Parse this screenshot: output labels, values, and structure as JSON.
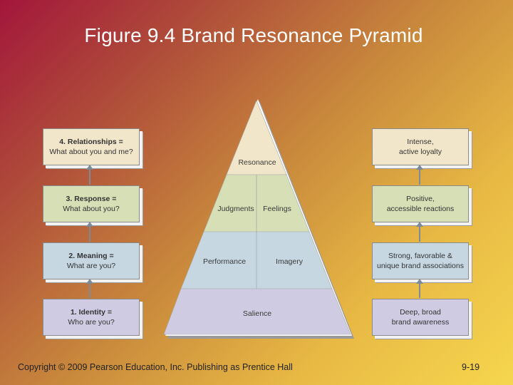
{
  "title": "Figure 9.4 Brand Resonance Pyramid",
  "left_boxes": [
    {
      "line1": "4. Relationships =",
      "line2": "What about you and me?"
    },
    {
      "line1": "3. Response =",
      "line2": "What about you?"
    },
    {
      "line1": "2. Meaning =",
      "line2": "What are you?"
    },
    {
      "line1": "1. Identity =",
      "line2": "Who are you?"
    }
  ],
  "right_boxes": [
    {
      "line1": "Intense,",
      "line2": "active loyalty"
    },
    {
      "line1": "Positive,",
      "line2": "accessible reactions"
    },
    {
      "line1": "Strong, favorable &",
      "line2": "unique brand associations"
    },
    {
      "line1": "Deep, broad",
      "line2": "brand awareness"
    }
  ],
  "pyramid": {
    "resonance": "Resonance",
    "judgments": "Judgments",
    "feelings": "Feelings",
    "performance": "Performance",
    "imagery": "Imagery",
    "salience": "Salience"
  },
  "colors": {
    "relationships": "#f1e6c9",
    "response": "#d6dfb6",
    "meaning": "#c6d7e2",
    "identity": "#cfcbe2"
  },
  "footer": {
    "copyright": "Copyright © 2009 Pearson Education, Inc.  Publishing as Prentice Hall",
    "page": "9-19"
  }
}
